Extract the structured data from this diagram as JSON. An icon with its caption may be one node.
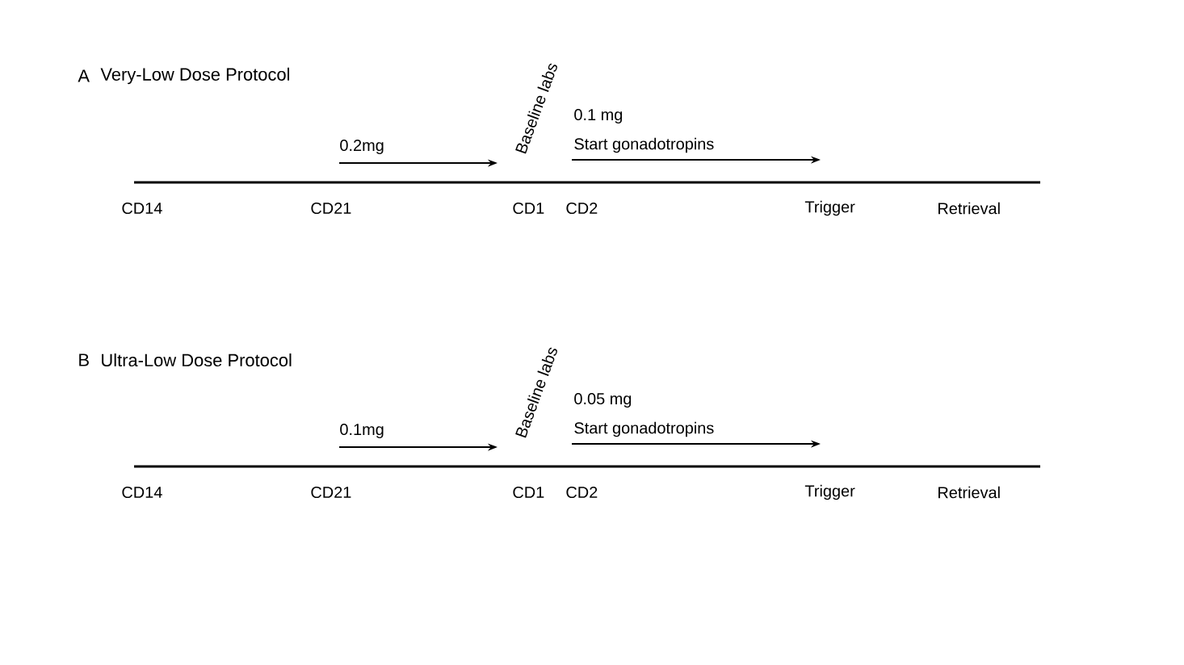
{
  "diagram": {
    "labels": [
      "A",
      "Very-Low Dose Protocol",
      "Baseline labs",
      "0.1 mg",
      "0.2mg",
      "Start gonadotropins",
      "CD14",
      "CD21",
      "CD1",
      "CD2",
      "Trigger",
      "Retrieval",
      "B",
      "Ultra-Low Dose Protocol",
      "Baseline labs",
      "0.05 mg",
      "0.1mg",
      "Start gonadotropins",
      "CD14",
      "CD21",
      "CD1",
      "CD2",
      "Trigger",
      "Retrieval"
    ]
  }
}
